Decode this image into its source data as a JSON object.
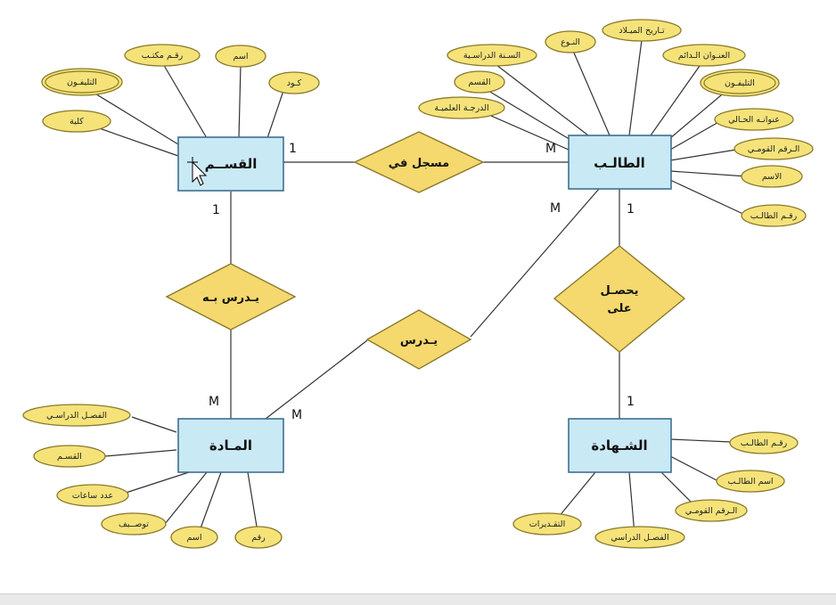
{
  "entities": {
    "department": "القســم",
    "student": "الطالـب",
    "course": "المـادة",
    "certificate": "الشـهادة"
  },
  "relationships": {
    "registered_in": "مسجل في",
    "taught_in": "يـدرس بـه",
    "studies": "يـدرس",
    "obtains_line1": "يحصـل",
    "obtains_line2": "على"
  },
  "cardinalities": {
    "dept_registered": "1",
    "student_registered": "M",
    "dept_taught": "1",
    "course_taught": "M",
    "student_studies": "M",
    "course_studies": "M",
    "student_obtains": "1",
    "cert_obtains": "1"
  },
  "department_attributes": {
    "phone": "التليفـون",
    "office_no": "رقـم مكتـب",
    "name": "اسم",
    "code": "كـود",
    "college": "كلية"
  },
  "student_attributes": {
    "birth_date": "تـاريخ الميـلاد",
    "gender": "النـوع",
    "school_year": "السـنة الدراسـية",
    "permanent_address": "العنـوان الـدائم",
    "dept": "القسم",
    "phone": "التليفـون",
    "degree": "الدرجـة العلميـة",
    "current_address": "عنوانـه الحـالي",
    "national_id": "الـرقم القومـي",
    "name": "الاسم",
    "student_no": "رقـم الطالـب"
  },
  "course_attributes": {
    "semester": "الفصـل الدراسـي",
    "dept": "القسـم",
    "hours": "عدد ساعات",
    "description": "توصــيف",
    "name": "اسم",
    "number": "رقم"
  },
  "certificate_attributes": {
    "student_no": "رقـم الطالـب",
    "student_name": "اسم الطالـب",
    "national_id": "الـرقم القومـي",
    "semester": "الفصـل الدراسي",
    "grades": "التقـديرات"
  },
  "colors": {
    "entity_fill": "#c9e9f5",
    "attribute_fill": "#f5e37a",
    "relationship_fill": "#f5d96e"
  }
}
